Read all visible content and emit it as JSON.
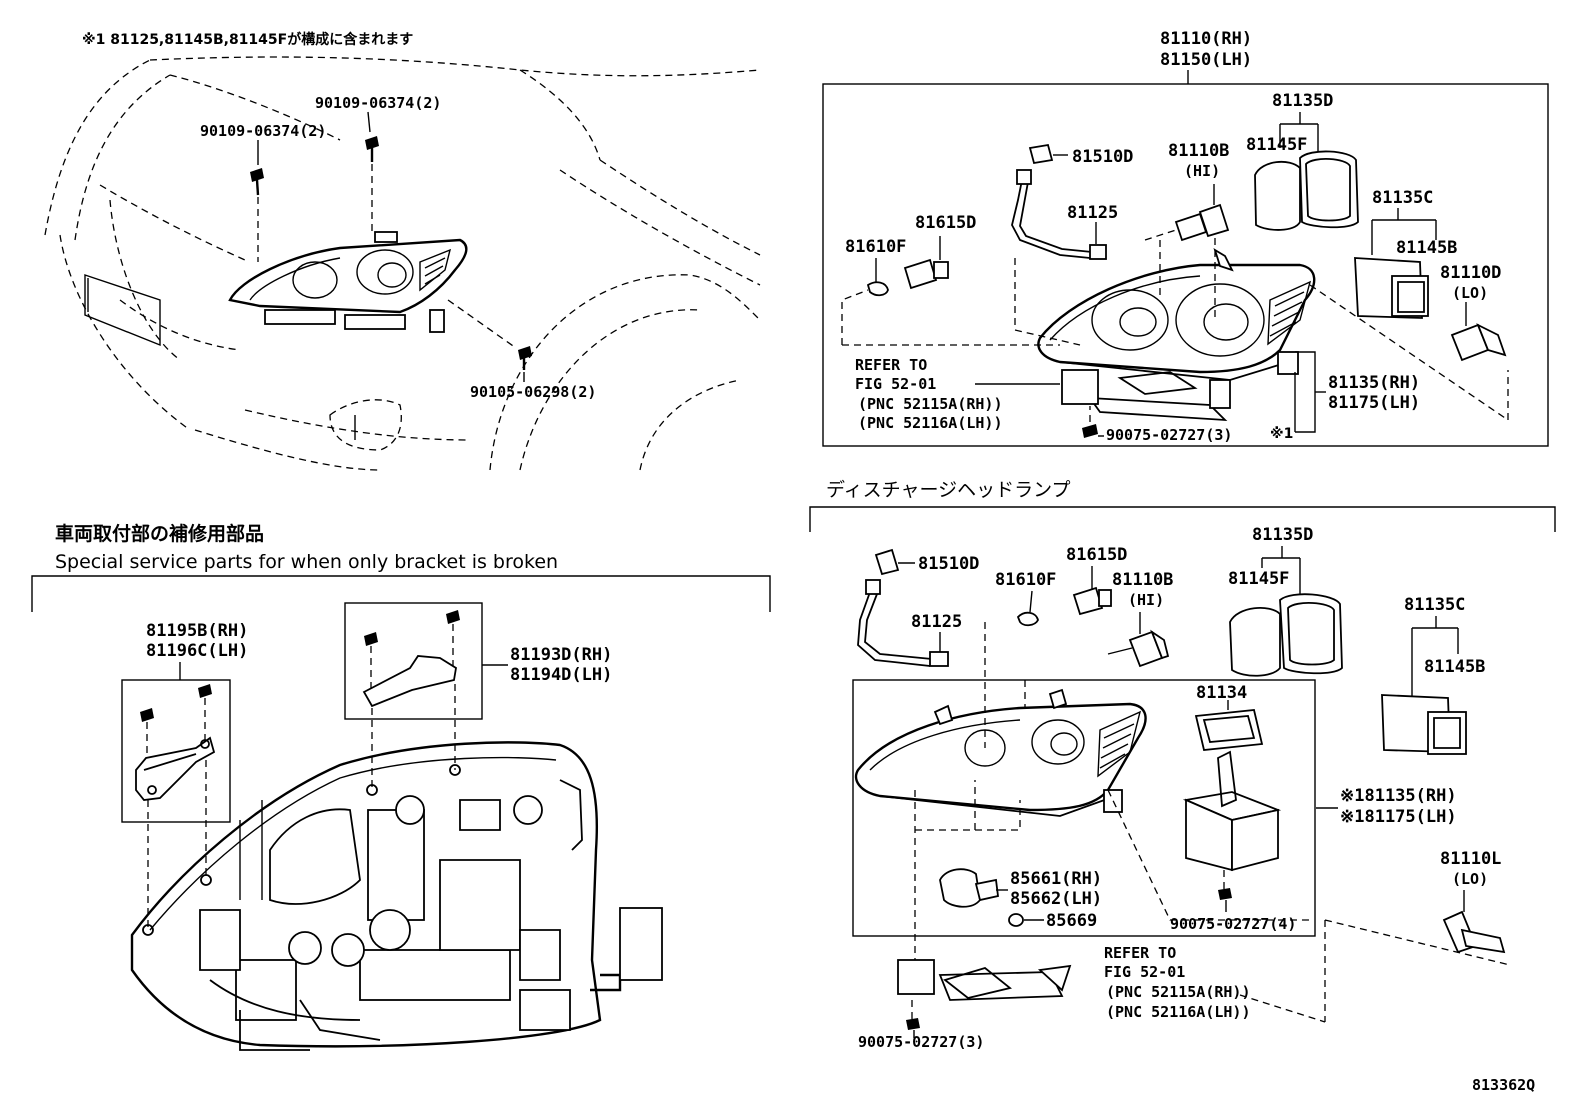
{
  "top_note": "※1 81125,81145B,81145Fが構成に含まれます",
  "figure_code": "813362Q",
  "car_view": {
    "bolt_a": "90109-06374(2)",
    "bolt_b": "90109-06374(2)",
    "screw": "90105-06298(2)"
  },
  "halogen": {
    "assembly_rh": "81110(RH)",
    "assembly_lh": "81150(LH)",
    "p81135D": "81135D",
    "p81145F": "81145F",
    "p81510D": "81510D",
    "p81110B": "81110B",
    "p81110B_sub": "(HI)",
    "p81125": "81125",
    "p81615D": "81615D",
    "p81610F": "81610F",
    "p81135C": "81135C",
    "p81145B": "81145B",
    "p81110D": "81110D",
    "p81110D_sub": "(LO)",
    "refer_1": "REFER TO",
    "refer_2": "FIG 52-01",
    "refer_3": "(PNC 52115A(RH))",
    "refer_4": "(PNC 52116A(LH))",
    "p81135_rh": "81135(RH)",
    "p81175_lh": "81175(LH)",
    "screw": "90075-02727(3)",
    "mark": "※1"
  },
  "discharge": {
    "title": "ディスチャージヘッドランプ",
    "p81510D": "81510D",
    "p81615D": "81615D",
    "p81610F": "81610F",
    "p81110B": "81110B",
    "p81110B_sub": "(HI)",
    "p81125": "81125",
    "p81135D": "81135D",
    "p81145F": "81145F",
    "p81135C": "81135C",
    "p81145B": "81145B",
    "p81134": "81134",
    "p81135_rh": "※181135(RH)",
    "p81175_lh": "※181175(LH)",
    "p85661": "85661(RH)",
    "p85662": "85662(LH)",
    "p85669": "85669",
    "screw4": "90075-02727(4)",
    "p81110L": "81110L",
    "p81110L_sub": "(LO)",
    "refer_1": "REFER TO",
    "refer_2": "FIG 52-01",
    "refer_3": "(PNC 52115A(RH))",
    "refer_4": "(PNC 52116A(LH))",
    "screw3": "90075-02727(3)"
  },
  "bracket": {
    "title_jp": "車両取付部の補修用部品",
    "title_en": "Special service parts for when only bracket is broken",
    "p81195B": "81195B(RH)",
    "p81196C": "81196C(LH)",
    "p81193D": "81193D(RH)",
    "p81194D": "81194D(LH)"
  }
}
